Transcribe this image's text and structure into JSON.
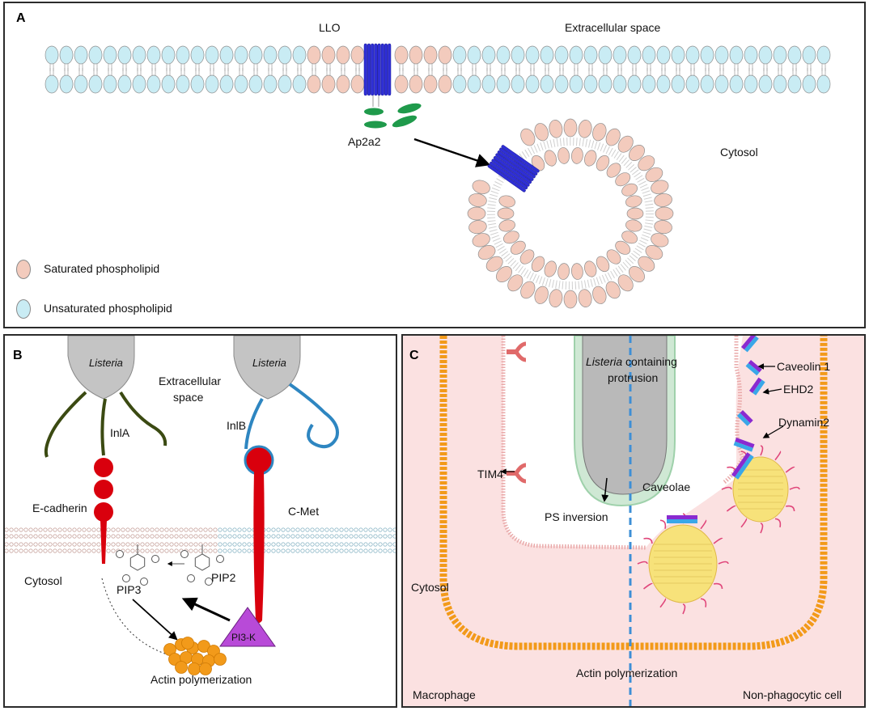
{
  "panel_a": {
    "letter": "A",
    "llo": "LLO",
    "extracellular": "Extracellular space",
    "ap2a2": "Ap2a2",
    "cytosol": "Cytosol",
    "legend": {
      "saturated": "Saturated phospholipid",
      "unsaturated": "Unsaturated phospholipid"
    },
    "colors": {
      "saturated": "#f3cbbd",
      "unsaturated": "#c9ecf4",
      "pore": "#2f2fd6",
      "ap2": "#1f9a4b"
    }
  },
  "panel_b": {
    "letter": "B",
    "listeria_left": "Listeria",
    "listeria_right": "Listeria",
    "extracellular_line1": "Extracellular",
    "extracellular_line2": "space",
    "inla": "InlA",
    "inlb": "InlB",
    "ecadherin": "E-cadherin",
    "cmet": "C-Met",
    "cytosol": "Cytosol",
    "pip3": "PIP3",
    "pip2": "PIP2",
    "pi3k": "PI3-K",
    "actin": "Actin polymerization",
    "colors": {
      "receptor": "#d9000d",
      "inla": "#3b4a12",
      "inlb": "#2e86c1",
      "pi3k": "#b84ad8",
      "actin": "#f29a1a"
    }
  },
  "panel_c": {
    "letter": "C",
    "protrusion_line1_italic": "Listeria",
    "protrusion_line1_rest": " containing",
    "protrusion_line2": "protrusion",
    "caveolin": "Caveolin 1",
    "ehd2": "EHD2",
    "dynamin": "Dynamin2",
    "tim4": "TIM4",
    "caveolae": "Caveolae",
    "ps_inversion": "PS inversion",
    "cytosol": "Cytosol",
    "actin": "Actin polymerization",
    "macrophage": "Macrophage",
    "nonphago": "Non-phagocytic cell",
    "colors": {
      "background": "#fbe1e1",
      "actin": "#f29a1a",
      "divider": "#3d8fd6",
      "tim4": "#e06a6a",
      "clathrin": "#f7e27a"
    }
  }
}
